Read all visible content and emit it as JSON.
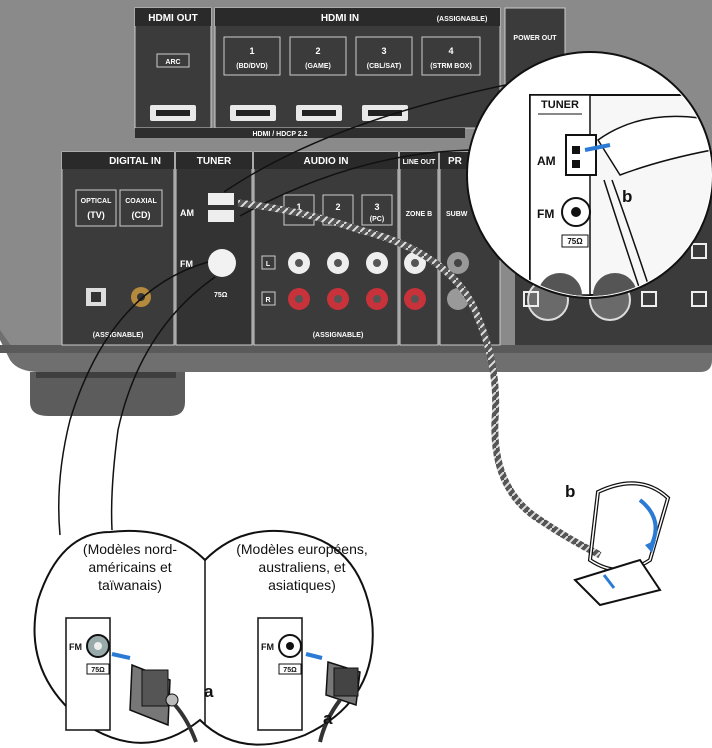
{
  "panel": {
    "hdmi_out": "HDMI OUT",
    "hdmi_in": "HDMI IN",
    "assignable": "(ASSIGNABLE)",
    "arc": "ARC",
    "inputs": [
      {
        "num": "1",
        "name": "(BD/DVD)"
      },
      {
        "num": "2",
        "name": "(GAME)"
      },
      {
        "num": "3",
        "name": "(CBL/SAT)"
      },
      {
        "num": "4",
        "name": "(STRM BOX)"
      }
    ],
    "power_out": "POWER OUT",
    "hdcp": "HDMI / HDCP 2.2",
    "digital_in": "DIGITAL IN",
    "optical": "OPTICAL",
    "optical_tv": "(TV)",
    "coaxial": "COAXIAL",
    "coaxial_cd": "(CD)",
    "digital_assignable": "(ASSIGNABLE)",
    "tuner": "TUNER",
    "am": "AM",
    "fm": "FM",
    "ohm": "75Ω",
    "audio_in": "AUDIO IN",
    "audio_inputs": [
      "1",
      "2",
      "3"
    ],
    "audio_pc": "(PC)",
    "audio_assignable": "(ASSIGNABLE)",
    "channel_l": "L",
    "channel_r": "R",
    "line_out": "LINE OUT",
    "zone_b": "ZONE B",
    "pre": "PR",
    "subwoofer": "SUBW"
  },
  "zoom": {
    "tuner": "TUNER",
    "am": "AM",
    "fm": "FM",
    "ohm": "75Ω",
    "callout": "b"
  },
  "antenna_callout": "b",
  "bubbles": {
    "left_caption": [
      "(Modèles nord-",
      "américains et",
      "taïwanais)"
    ],
    "right_caption": [
      "(Modèles européens,",
      "australiens, et",
      "asiatiques)"
    ],
    "fm": "FM",
    "ohm": "75Ω",
    "callout": "a"
  }
}
